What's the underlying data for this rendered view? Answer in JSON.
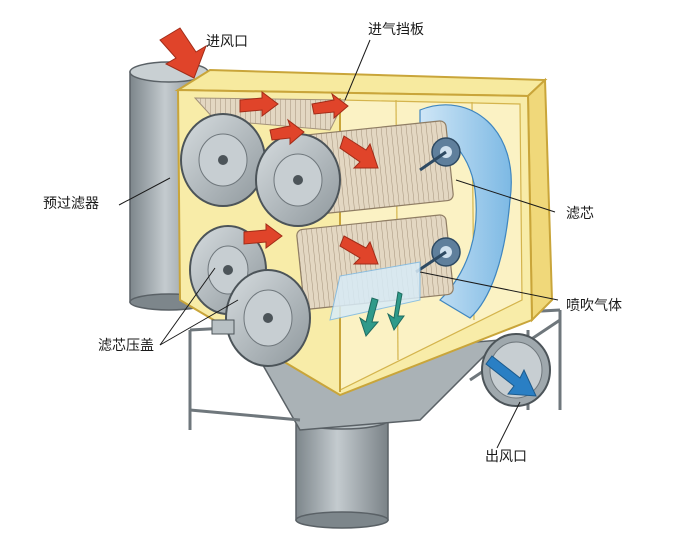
{
  "diagram": {
    "labels": {
      "inlet": "进风口",
      "inlet_baffle": "进气挡板",
      "prefilter": "预过滤器",
      "filter_cartridge": "滤芯",
      "pulse_gas": "喷吹气体",
      "cartridge_cap": "滤芯压盖",
      "outlet": "出风口"
    },
    "colors": {
      "housing": "#f5e49a",
      "housing_edge": "#c9a53a",
      "steel": "#9fa8ad",
      "steel_dark": "#6f777c",
      "filter_media": "#d9cdb8",
      "cap": "#b8c0c4",
      "airflow_in": "#e0442a",
      "airflow_clean": "#2a7fc4",
      "pulse": "#5fa8d8"
    }
  }
}
